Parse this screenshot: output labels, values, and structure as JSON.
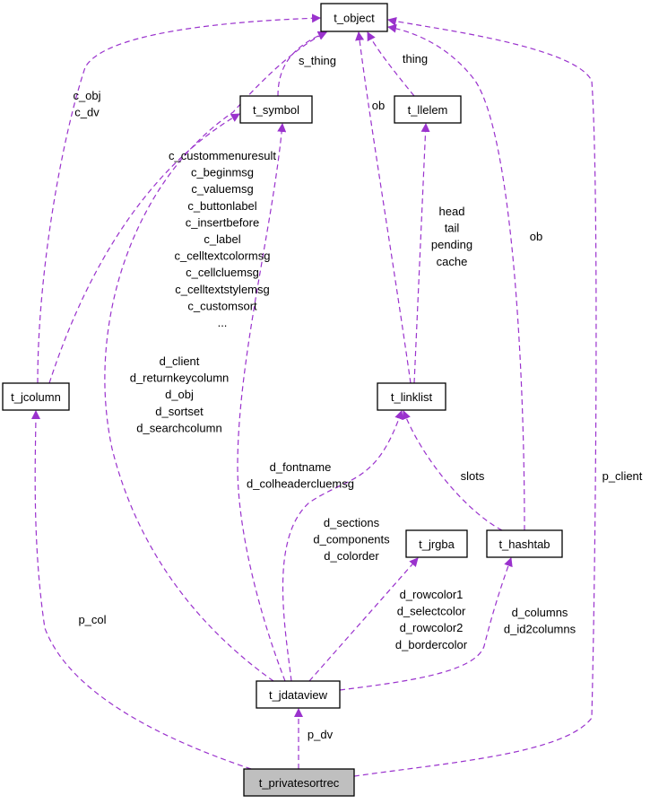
{
  "diagram": {
    "edge_color": "#9a32cd",
    "nodes": {
      "t_object": "t_object",
      "t_symbol": "t_symbol",
      "t_llelem": "t_llelem",
      "t_jcolumn": "t_jcolumn",
      "t_linklist": "t_linklist",
      "t_jrgba": "t_jrgba",
      "t_hashtab": "t_hashtab",
      "t_jdataview": "t_jdataview",
      "t_privatesortrec": "t_privatesortrec"
    },
    "edges": [
      {
        "from": "t_jcolumn",
        "to": "t_object",
        "labels": [
          "c_obj",
          "c_dv"
        ]
      },
      {
        "from": "t_jcolumn",
        "to": "t_symbol",
        "labels": []
      },
      {
        "from": "t_symbol",
        "to": "t_object",
        "labels": [
          "s_thing"
        ]
      },
      {
        "from": "t_linklist",
        "to": "t_object",
        "labels": [
          "ob"
        ]
      },
      {
        "from": "t_llelem",
        "to": "t_object",
        "labels": [
          "thing"
        ]
      },
      {
        "from": "t_hashtab",
        "to": "t_object",
        "labels": [
          "ob"
        ]
      },
      {
        "from": "t_linklist",
        "to": "t_llelem",
        "labels": [
          "head",
          "tail",
          "pending",
          "cache"
        ]
      },
      {
        "from": "t_hashtab",
        "to": "t_linklist",
        "labels": [
          "slots"
        ]
      },
      {
        "from": "t_jdataview",
        "to": "t_object",
        "labels": [
          "d_client",
          "d_returnkeycolumn",
          "d_obj",
          "d_sortset",
          "d_searchcolumn"
        ]
      },
      {
        "from": "t_jdataview",
        "to": "t_symbol",
        "labels": [
          "c_custommenuresult",
          "c_beginmsg",
          "c_valuemsg",
          "c_buttonlabel",
          "c_insertbefore",
          "c_label",
          "c_celltextcolormsg",
          "c_cellcluemsg",
          "c_celltextstylemsg",
          "c_customsort",
          "..."
        ]
      },
      {
        "from": "t_jdataview",
        "to": "t_symbol",
        "labels": [
          "d_fontname",
          "d_colheadercluemsg"
        ]
      },
      {
        "from": "t_jdataview",
        "to": "t_linklist",
        "labels": [
          "d_sections",
          "d_components",
          "d_colorder"
        ]
      },
      {
        "from": "t_jdataview",
        "to": "t_jrgba",
        "labels": [
          "d_rowcolor1",
          "d_selectcolor",
          "d_rowcolor2",
          "d_bordercolor"
        ]
      },
      {
        "from": "t_jdataview",
        "to": "t_hashtab",
        "labels": [
          "d_columns",
          "d_id2columns"
        ]
      },
      {
        "from": "t_privatesortrec",
        "to": "t_jcolumn",
        "labels": [
          "p_col"
        ]
      },
      {
        "from": "t_privatesortrec",
        "to": "t_jdataview",
        "labels": [
          "p_dv"
        ]
      },
      {
        "from": "t_privatesortrec",
        "to": "t_object",
        "labels": [
          "p_client"
        ]
      }
    ]
  }
}
